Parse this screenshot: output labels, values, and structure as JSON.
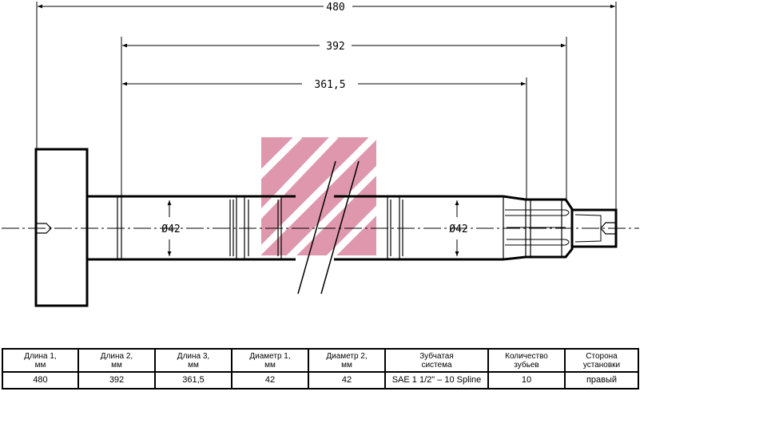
{
  "drawing": {
    "dimensions": [
      "480",
      "392",
      "361,5"
    ],
    "diameters": [
      "Ø42",
      "Ø42"
    ],
    "watermark_color": "#d9859f"
  },
  "specs": {
    "headers": [
      "Длина 1,\nмм",
      "Длина 2,\nмм",
      "Длина 3,\nмм",
      "Диаметр 1,\nмм",
      "Диаметр 2,\nмм",
      "Зубчатая\nсистема",
      "Количество\nзубьев",
      "Сторона\nустановки"
    ],
    "values": [
      "480",
      "392",
      "361,5",
      "42",
      "42",
      "SAE 1 1/2\" – 10 Spline",
      "10",
      "правый"
    ]
  }
}
